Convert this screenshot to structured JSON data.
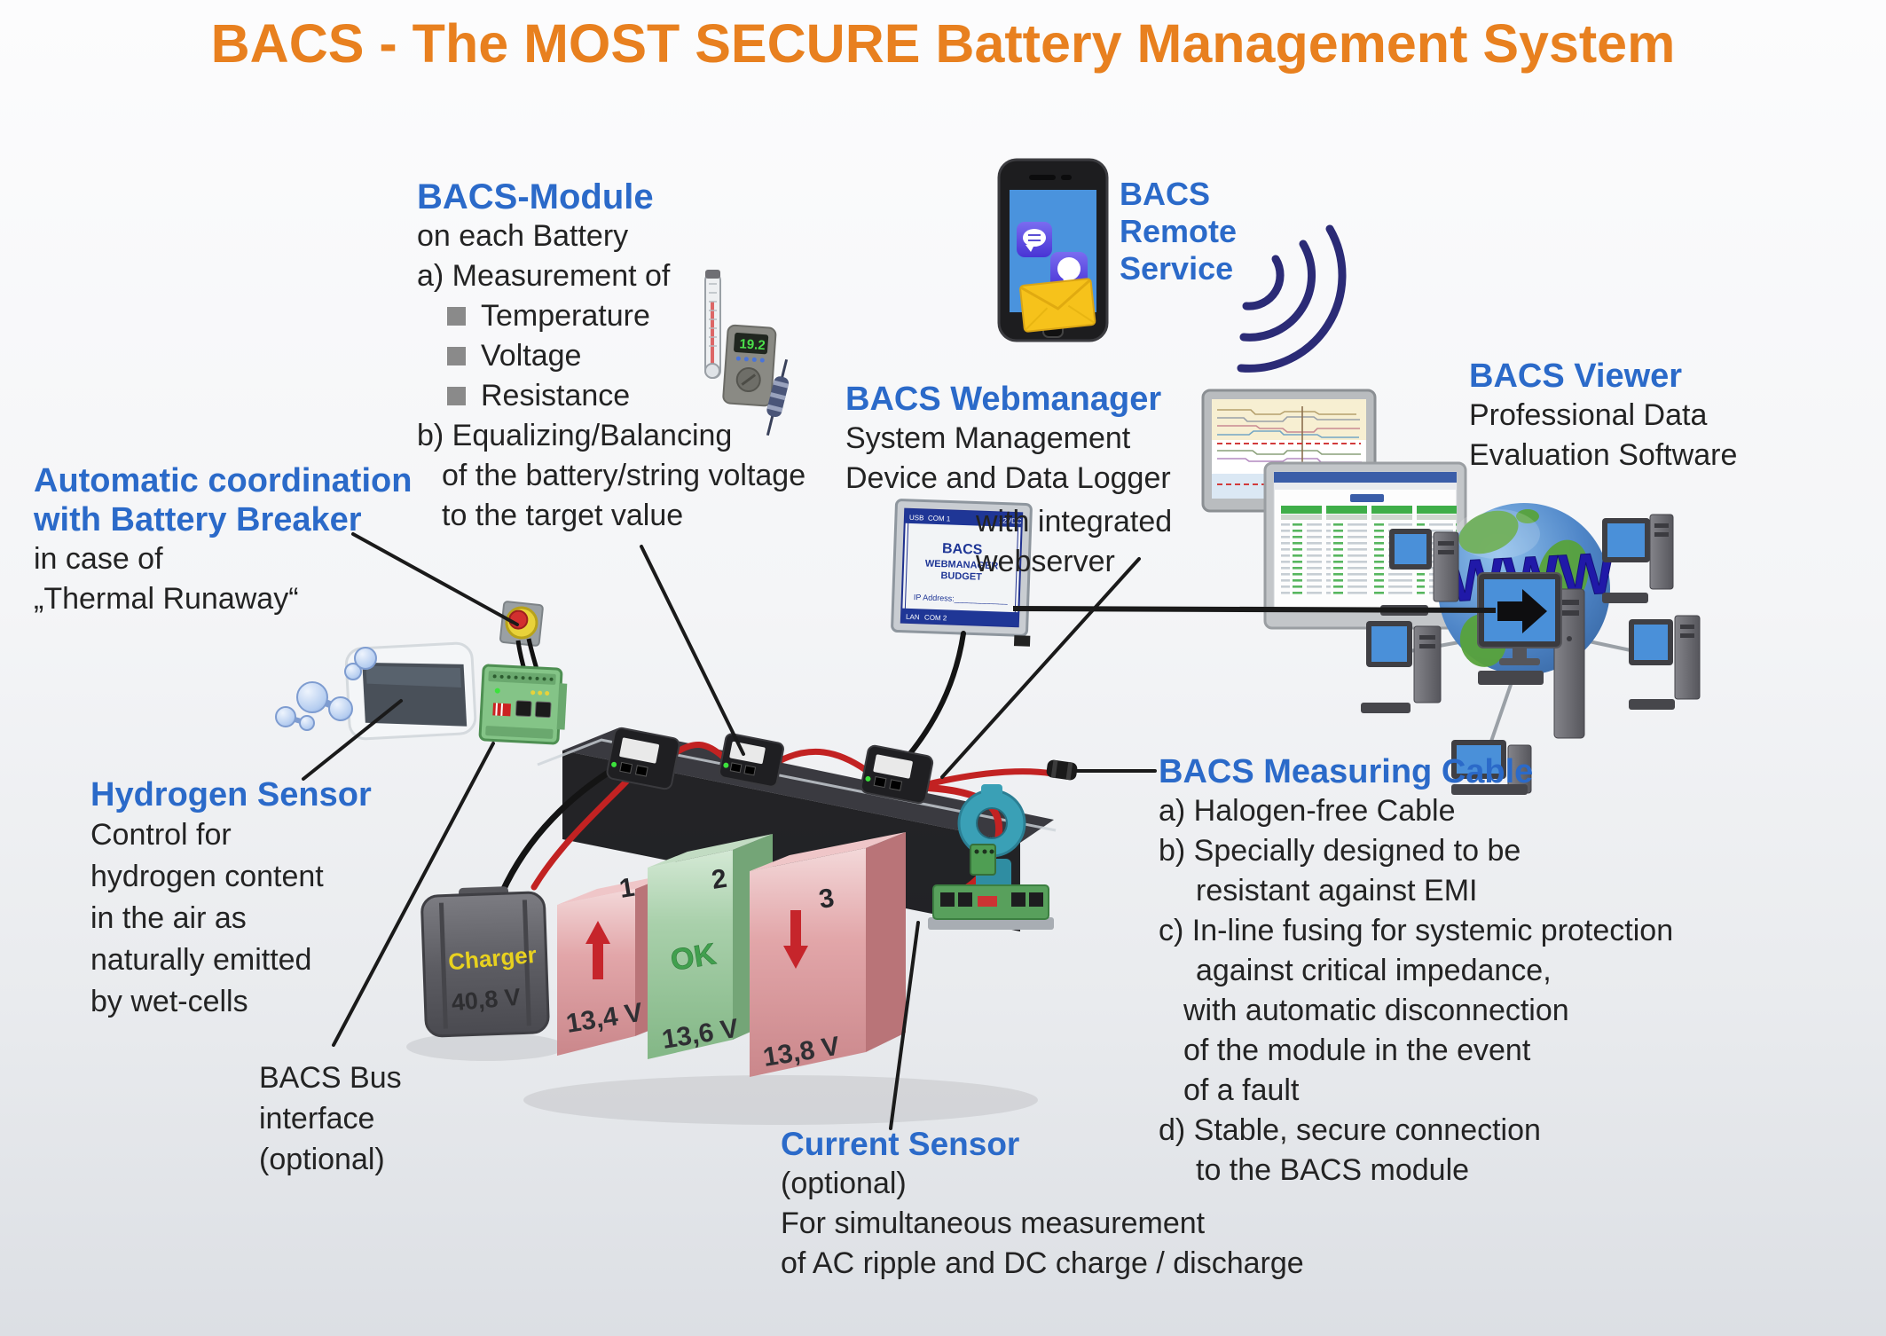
{
  "title": "BACS - The MOST SECURE Battery Management System",
  "colors": {
    "title_orange": "#e8801f",
    "heading_blue": "#2b6ac9",
    "body_text": "#232323",
    "battery_warn_red": "#d98f92",
    "battery_ok_green": "#9ac79d",
    "wifi_navy": "#2b2b76",
    "www_blue": "#2019a8"
  },
  "annotations": {
    "bacs_module": {
      "heading": "BACS-Module",
      "line1": "on each Battery",
      "line2": "a) Measurement of",
      "bullets": [
        "Temperature",
        "Voltage",
        "Resistance"
      ],
      "line3": "b) Equalizing/Balancing",
      "line4": "of the battery/string voltage",
      "line5": "to the target value"
    },
    "remote_service": {
      "line1": "BACS",
      "line2": "Remote",
      "line3": "Service"
    },
    "webmanager": {
      "heading": "BACS Webmanager",
      "line1": "System Management",
      "line2": "Device and Data Logger",
      "line3": "with integrated",
      "line4": "webserver"
    },
    "viewer": {
      "heading": "BACS Viewer",
      "line1": "Professional Data",
      "line2": "Evaluation Software"
    },
    "battery_breaker": {
      "heading1": "Automatic coordination",
      "heading2": "with Battery Breaker",
      "line1": "in case of",
      "line2": "„Thermal Runaway“"
    },
    "hydrogen_sensor": {
      "heading": "Hydrogen Sensor",
      "lines": [
        "Control for",
        "hydrogen content",
        "in the air as",
        "naturally emitted",
        "by wet-cells"
      ]
    },
    "bus_interface": {
      "lines": [
        "BACS Bus",
        "interface",
        "(optional)"
      ]
    },
    "measuring_cable": {
      "heading": "BACS Measuring Cable",
      "lines": [
        "a) Halogen-free Cable",
        "b) Specially designed to be",
        "resistant against EMI",
        "c) In-line fusing for systemic protection",
        "against critical impedance,",
        "with automatic disconnection",
        "of the module in the event",
        "of a fault",
        "d) Stable, secure connection",
        "to the BACS module"
      ]
    },
    "current_sensor": {
      "heading": "Current Sensor",
      "lines": [
        "(optional)",
        "For simultaneous measurement",
        "of AC ripple and DC charge / discharge"
      ]
    }
  },
  "labels": {
    "charger": "Charger",
    "charger_voltage": "40,8 V",
    "battery1": {
      "num": "1",
      "voltage": "13,4 V"
    },
    "battery2": {
      "num": "2",
      "voltage": "13,6 V",
      "status": "OK"
    },
    "battery3": {
      "num": "3",
      "voltage": "13,8 V"
    },
    "webmanager_device": {
      "brand": "BACS",
      "model": "WEBMANAGER",
      "variant": "BUDGET",
      "ip": "IP Address:____________",
      "usb": "USB",
      "com1": "COM 1",
      "power": "12VDC",
      "lan": "LAN",
      "com2": "COM 2"
    },
    "thermometer_display": "19.2",
    "www": "WWW"
  }
}
